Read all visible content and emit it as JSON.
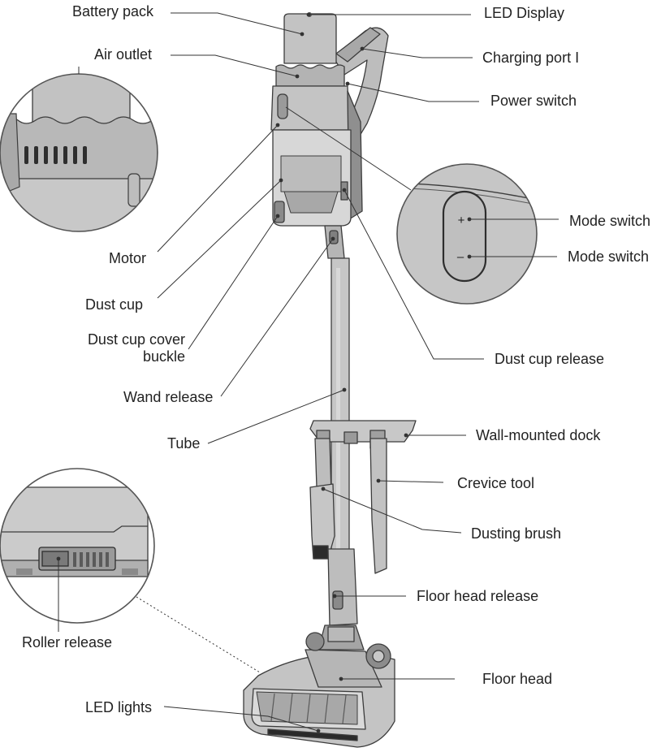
{
  "colors": {
    "body": "#b9b9b9",
    "body_light": "#cfcfcf",
    "body_dark": "#8f8f8f",
    "outline": "#3c3c3c",
    "cup": "#d9d9d9",
    "leader": "#333333",
    "text": "#222222"
  },
  "labels": {
    "battery_pack": "Battery pack",
    "air_outlet": "Air outlet",
    "motor": "Motor",
    "dust_cup": "Dust cup",
    "dust_cup_cover_buckle": "Dust cup cover\nbuckle",
    "wand_release": "Wand release",
    "tube": "Tube",
    "roller_release": "Roller release",
    "led_lights": "LED lights",
    "led_display": "LED Display",
    "charging_port": "Charging port I",
    "power_switch": "Power switch",
    "mode_switch_plus": "Mode switch",
    "mode_switch_minus": "Mode switch",
    "dust_cup_release": "Dust cup release",
    "wall_mounted_dock": "Wall-mounted dock",
    "crevice_tool": "Crevice tool",
    "dusting_brush": "Dusting brush",
    "floor_head_release": "Floor head release",
    "floor_head": "Floor head"
  },
  "icons": {
    "plus": "+",
    "minus": "–"
  }
}
